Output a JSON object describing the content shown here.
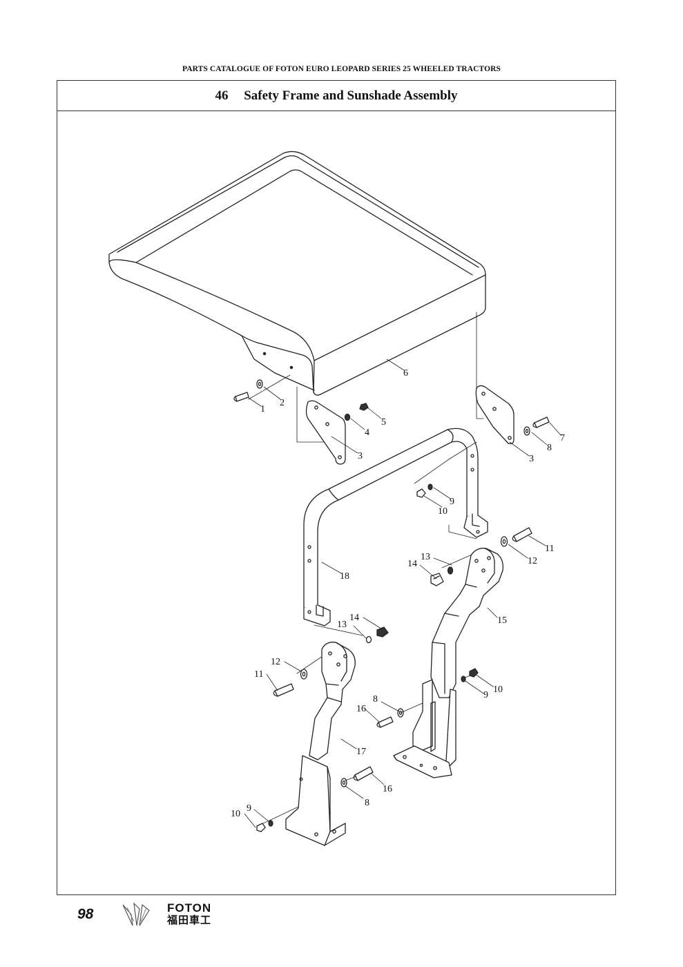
{
  "header": {
    "catalogue_title": "PARTS CATALOGUE OF FOTON EURO LEOPARD SERIES 25 WHEELED TRACTORS"
  },
  "figure": {
    "number": "46",
    "title": "Safety Frame and Sunshade Assembly"
  },
  "callouts": {
    "c1": "1",
    "c2": "2",
    "c3a": "3",
    "c4": "4",
    "c5": "5",
    "c6": "6",
    "c3b": "3",
    "c7": "7",
    "c8a": "8",
    "c9a": "9",
    "c10a": "10",
    "c11a": "11",
    "c12a": "12",
    "c13a": "13",
    "c14a": "14",
    "c18": "18",
    "c15": "15",
    "c14b": "14",
    "c13b": "13",
    "c12b": "12",
    "c11b": "11",
    "c10b": "10",
    "c9b": "9",
    "c8b": "8",
    "c16a": "16",
    "c17": "17",
    "c16b": "16",
    "c8c": "8",
    "c10c": "10",
    "c9c": "9"
  },
  "footer": {
    "page_number": "98",
    "brand": "FOTON",
    "brand_cn": "福田車工"
  }
}
